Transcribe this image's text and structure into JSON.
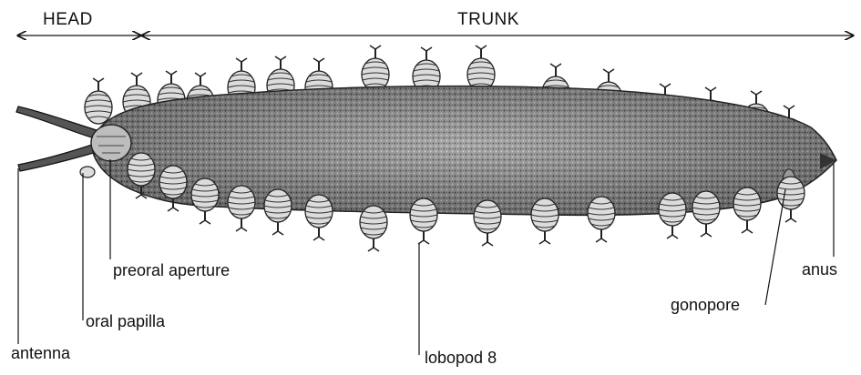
{
  "sections": {
    "head": "HEAD",
    "trunk": "TRUNK"
  },
  "labels": {
    "antenna": "antenna",
    "oral_papilla": "oral papilla",
    "preoral_aperture": "preoral aperture",
    "lobopod": "lobopod 8",
    "gonopore": "gonopore",
    "anus": "anus"
  },
  "colors": {
    "ink": "#111111",
    "body_fill": "#8c8c8c",
    "body_dark": "#3a3a3a",
    "lobopod_fill": "#d9d9d9"
  }
}
